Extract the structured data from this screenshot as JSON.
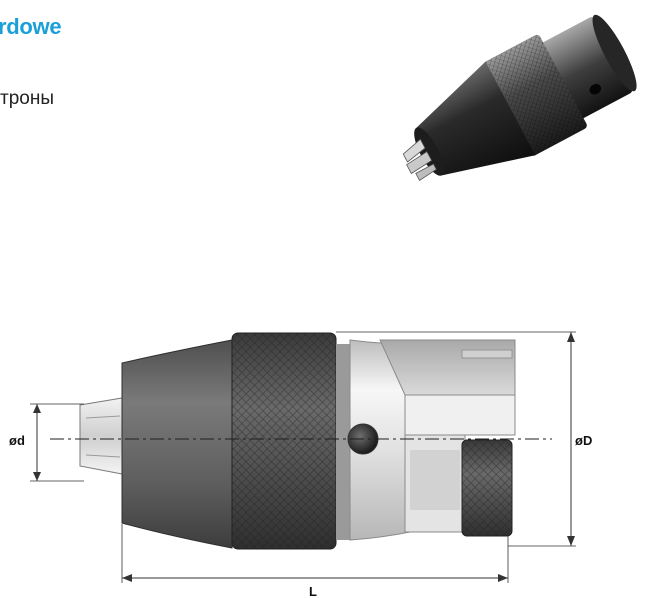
{
  "header": {
    "title_fragment": "rdowe",
    "subtitle_fragment": "троны"
  },
  "dimensions": {
    "small_diameter": "ød",
    "large_diameter": "øD",
    "length": "L"
  },
  "colors": {
    "heading": "#1a9fd9",
    "body_text": "#222222",
    "chuck_dark": "#5a5a5a",
    "chuck_light": "#e6e6e6"
  }
}
